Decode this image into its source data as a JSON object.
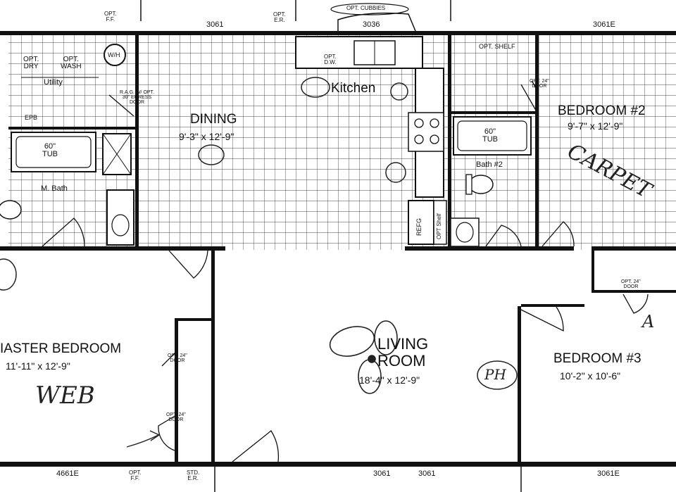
{
  "rooms": {
    "dining": {
      "name": "DINING",
      "dims": "9'-3\" x 12'-9\""
    },
    "kitchen": {
      "name": "Kitchen"
    },
    "bedroom2": {
      "name": "BEDROOM #2",
      "dims": "9'-7\" x 12'-9\""
    },
    "master": {
      "name": "MASTER BEDROOM",
      "visible_name": "IASTER BEDROOM",
      "dims": "11'-11\" x 12'-9\""
    },
    "living": {
      "name": "LIVING",
      "name2": "ROOM",
      "dims": "18'-4\" x 12'-9\""
    },
    "bedroom3": {
      "name": "BEDROOM #3",
      "dims": "10'-2\" x 10'-6\""
    },
    "master_bath": {
      "name": "M. Bath"
    },
    "bath2": {
      "name": "Bath #2"
    },
    "utility": {
      "name": "Utility"
    }
  },
  "fixtures": {
    "tub1": {
      "size": "60\"",
      "name": "TUB"
    },
    "tub2": {
      "size": "60\"",
      "name": "TUB"
    },
    "wh": "W/H",
    "opt_dry_1": "OPT.",
    "opt_dry_2": "DRY",
    "opt_wash_1": "OPT.",
    "opt_wash_2": "WASH",
    "epb": "EPB",
    "refg": "REFG",
    "opt_shelf_v": "OPT Shelf",
    "opt_dw_1": "OPT.",
    "opt_dw_2": "D.W.",
    "opt_shelf": "OPT. SHELF",
    "opt_cubbies": "OPT. CUBBIES",
    "egress_1": "R.A.G. W/ OPT.",
    "egress_2": "30\" EGRESS",
    "egress_3": "DOOR"
  },
  "windows": {
    "top_left": "3061",
    "top_mid": "3036",
    "top_right": "3061E",
    "bottom_left": "4661E",
    "bottom_mid1": "3061",
    "bottom_mid2": "3061",
    "bottom_right": "3061E",
    "opt_ff_1": "OPT.",
    "opt_ff_2": "F.F.",
    "opt_er_1": "OPT.",
    "opt_er_2": "E.R.",
    "bot_opt_ff_1": "OPT.",
    "bot_opt_ff_2": "F.F.",
    "std_er_1": "STD.",
    "std_er_2": "E.R."
  },
  "doors": {
    "door_br2_1": "OPT. 24\"",
    "door_br2_2": "DOOR",
    "door_br3_1": "OPT. 24\"",
    "door_br3_2": "DOOR",
    "door_closet_a_1": "OPT. 24\"",
    "door_closet_a_2": "DOOR",
    "door_closet_b_1": "OPT. 24\"",
    "door_closet_b_2": "DOOR"
  },
  "handwriting": {
    "master_note": "WEB",
    "br2_note": "CARPET",
    "living_note": "PH",
    "br3_note": "A"
  }
}
